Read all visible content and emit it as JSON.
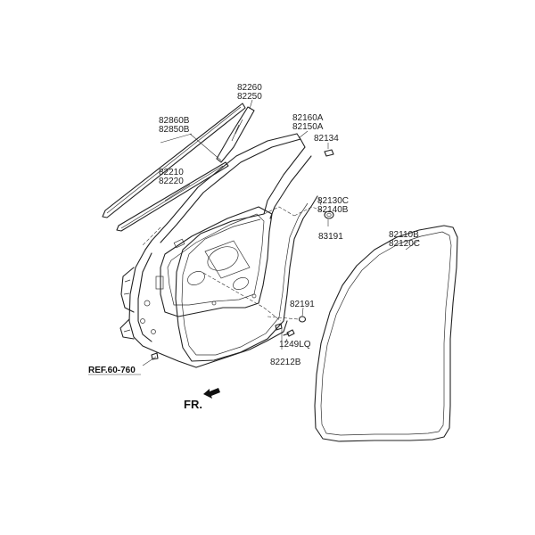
{
  "labels": {
    "p82260": "82260",
    "p82250": "82250",
    "p82860b": "82860B",
    "p82850b": "82850B",
    "p82160a": "82160A",
    "p82150a": "82150A",
    "p82134": "82134",
    "p82210": "82210",
    "p82220": "82220",
    "p82130c": "82130C",
    "p82140b": "82140B",
    "p83191": "83191",
    "p82110b": "82110B",
    "p82120c": "82120C",
    "p82191": "82191",
    "p1249lq": "1249LQ",
    "p82212b": "82212B",
    "ref": "REF.60-760",
    "fr": "FR."
  }
}
